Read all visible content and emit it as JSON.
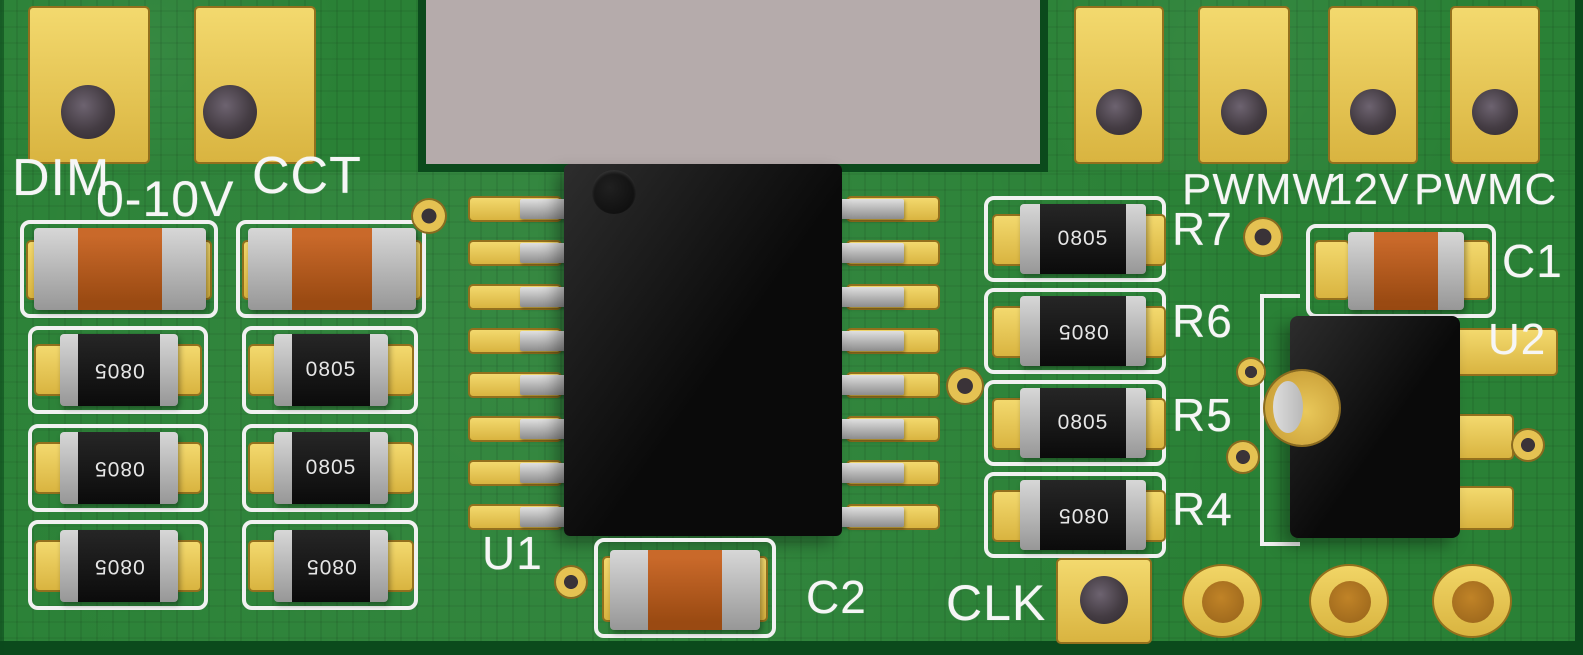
{
  "scene": {
    "description": "3D render of a green PCB dimmer/CCT controller board",
    "background_color": "#b5abab",
    "board_color": "#2a8136",
    "board_edge_color": "#0b4a1c",
    "pad_color": "#e8c654",
    "silkscreen_color": "#f6f6f6",
    "resistor_body_color": "#161616",
    "capacitor_body_color": "#b05a1e"
  },
  "silkscreen": {
    "dim": "DIM",
    "range_0_10v": "0-10V",
    "cct": "CCT",
    "pwmw": "PWMW",
    "v12": "12V",
    "pwmc": "PWMC",
    "r7": "R7",
    "r6": "R6",
    "r5": "R5",
    "r4": "R4",
    "c1": "C1",
    "c2": "C2",
    "u1": "U1",
    "u2": "U2",
    "clk": "CLK"
  },
  "markings": {
    "chip_0805": "0805"
  }
}
